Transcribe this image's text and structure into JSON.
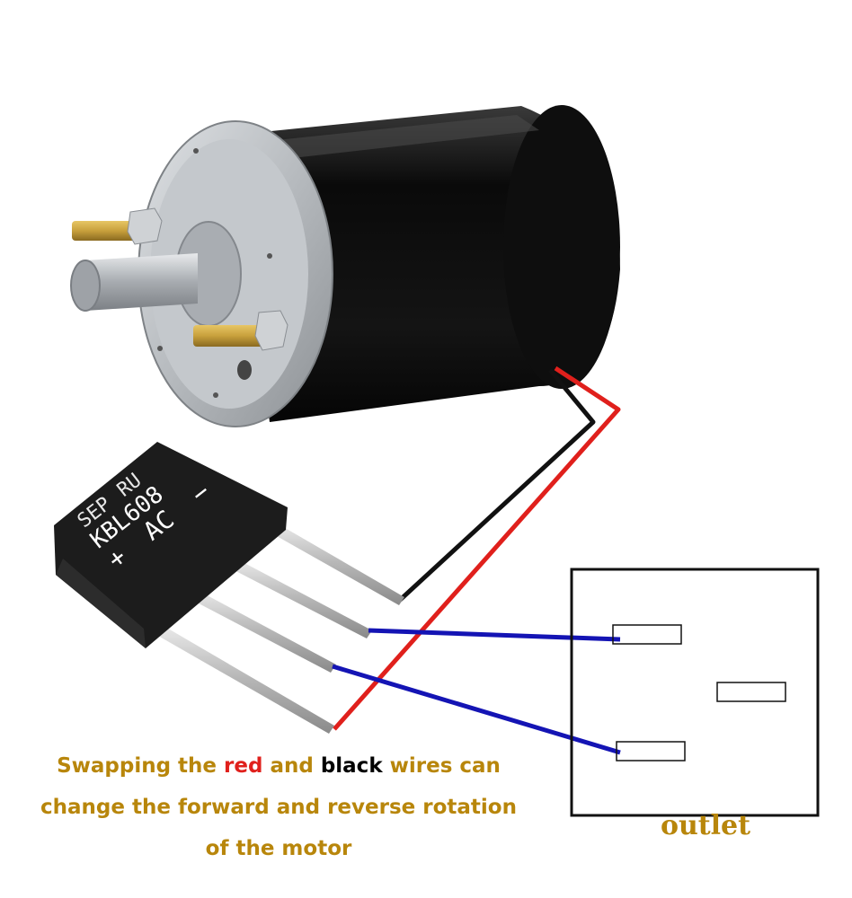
{
  "bridge": {
    "brand": "SEP",
    "mark": "RU",
    "model": "KBL608",
    "pins": "+  AC  −"
  },
  "caption": {
    "line1_a": "Swapping the ",
    "line1_red": "red",
    "line1_b": " and ",
    "line1_black": "black",
    "line1_c": " wires can",
    "line2": "change the forward and reverse rotation",
    "line3": "of the motor"
  },
  "outlet": {
    "label": "outlet"
  },
  "colors": {
    "text_gold": "#b8860b",
    "text_red": "#e0201c",
    "text_black": "#000000",
    "wire_red": "#e0201c",
    "wire_black": "#111111",
    "wire_blue": "#1414b4",
    "motor_body": "#0c0c0c",
    "motor_cap": "#b8bcc0",
    "bridge_body": "#1c1c1c",
    "brass": "#c8a03c"
  },
  "icons": [
    "dc-motor-icon",
    "bridge-rectifier-icon",
    "outlet-icon"
  ]
}
